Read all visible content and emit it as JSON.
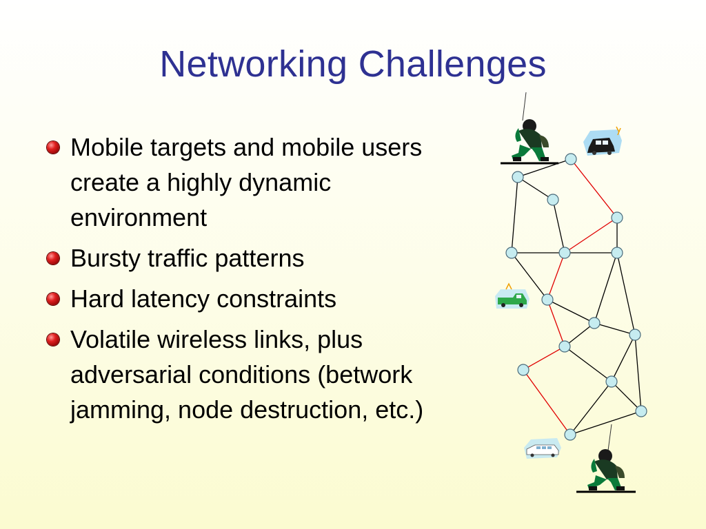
{
  "slide": {
    "title": "Networking Challenges",
    "bullets": [
      "Mobile targets and mobile users create a highly dynamic environment",
      "Bursty traffic patterns",
      "Hard latency constraints",
      "Volatile wireless links, plus adversarial conditions (betwork jamming, node destruction, etc.)"
    ]
  },
  "colors": {
    "title": "#2e3192",
    "bullet": "#cc0000",
    "node_fill": "#c6ecf0",
    "link_normal": "#000000",
    "link_route": "#e00000"
  },
  "icons": [
    "soldier-icon",
    "taxi-icon",
    "pickup-truck-icon",
    "limousine-icon"
  ]
}
